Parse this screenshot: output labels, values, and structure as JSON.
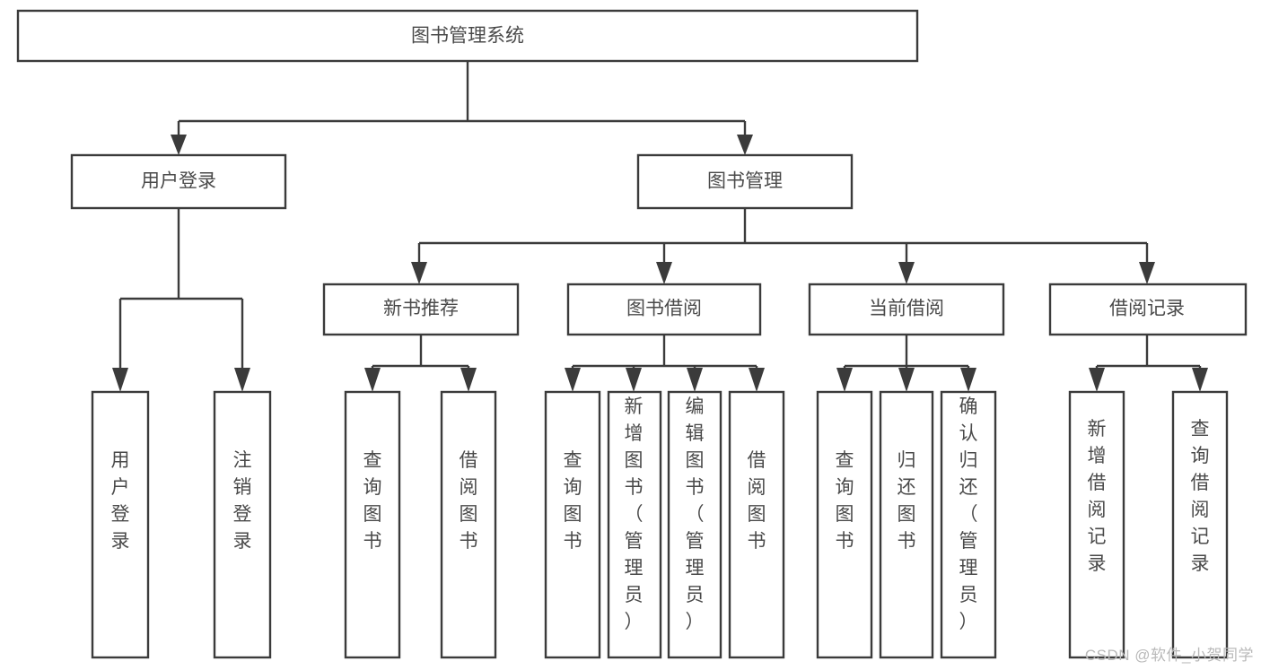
{
  "diagram": {
    "title": "图书管理系统",
    "type": "tree-hierarchy",
    "orientation": "top-down",
    "colors": {
      "background": "#ffffff",
      "box_fill": "#ffffff",
      "box_stroke": "#3b3b3b",
      "text": "#4a4a4a",
      "watermark": "#b9b9b9"
    },
    "root": {
      "label": "图书管理系统"
    },
    "level2": [
      {
        "label": "用户登录"
      },
      {
        "label": "图书管理"
      }
    ],
    "level3": [
      {
        "label": "新书推荐"
      },
      {
        "label": "图书借阅"
      },
      {
        "label": "当前借阅"
      },
      {
        "label": "借阅记录"
      }
    ],
    "leaves": {
      "user_login": [
        {
          "label": "用户登录"
        },
        {
          "label": "注销登录"
        }
      ],
      "new_book_recommend": [
        {
          "label": "查询图书"
        },
        {
          "label": "借阅图书"
        }
      ],
      "book_borrow": [
        {
          "label": "查询图书"
        },
        {
          "label": "新增图书（管理员）"
        },
        {
          "label": "编辑图书（管理员）"
        },
        {
          "label": "借阅图书"
        }
      ],
      "current_borrow": [
        {
          "label": "查询图书"
        },
        {
          "label": "归还图书"
        },
        {
          "label": "确认归还（管理员）"
        }
      ],
      "borrow_record": [
        {
          "label": "新增借阅记录"
        },
        {
          "label": "查询借阅记录"
        }
      ]
    }
  },
  "watermark": {
    "text": "CSDN @软件_小贺同学"
  }
}
